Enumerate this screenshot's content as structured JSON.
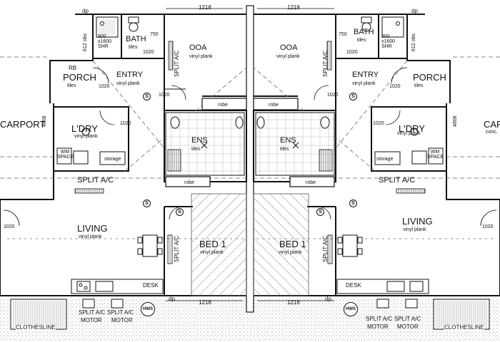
{
  "plan": {
    "dims": {
      "width_top": "1218",
      "width_bottom": "1218",
      "bath_side": "612 obs",
      "carport_side": "4808"
    },
    "door_1020": "1020",
    "door_750": "750",
    "dp": "dp",
    "shr": "900 x1600 SHR",
    "rb": "RB",
    "smoke": "S",
    "hws": "HWS",
    "left_unit": {
      "bath": "BATH",
      "bath_sub": "tiles",
      "ooa": "OOA",
      "ooa_sub": "vinyl plank",
      "split_ac": "SPLIT A/C",
      "porch": "PORCH",
      "porch_sub": "tiles",
      "entry": "ENTRY",
      "entry_sub": "vinyl plank",
      "carport": "CARPORT",
      "ldry": "L'DRY",
      "ldry_sub": "vinyl plank",
      "wm_space": "WM SPACE",
      "storage": "storage",
      "robe": "robe",
      "ens": "ENS",
      "ens_sub": "tiles",
      "living": "LIVING",
      "living_sub": "vinyl plank",
      "bed": "BED 1",
      "bed_sub": "vinyl plank",
      "desk": "DESK",
      "clothesline": "CLOTHESLINE",
      "motor": "MOTOR"
    },
    "right_unit": {
      "bath": "BATH",
      "bath_sub": "tiles",
      "ooa": "OOA",
      "ooa_sub": "vinyl plank",
      "split_ac": "SPLIT A/C",
      "porch": "PORCH",
      "porch_sub": "tiles",
      "entry": "ENTRY",
      "entry_sub": "vinyl plank",
      "carport": "CAR",
      "carport_sub": "conc.",
      "ldry": "L'DRY",
      "ldry_sub": "vinyl plank",
      "wm_space": "WM SPACE",
      "storage": "storage",
      "robe": "robe",
      "ens": "ENS",
      "ens_sub": "tiles",
      "living": "LIVING",
      "living_sub": "vinyl plank",
      "bed": "BED 1",
      "bed_sub": "vinyl plank",
      "desk": "DESK",
      "clothesline": "CLOTHESLINE",
      "motor": "MOTOR"
    }
  }
}
